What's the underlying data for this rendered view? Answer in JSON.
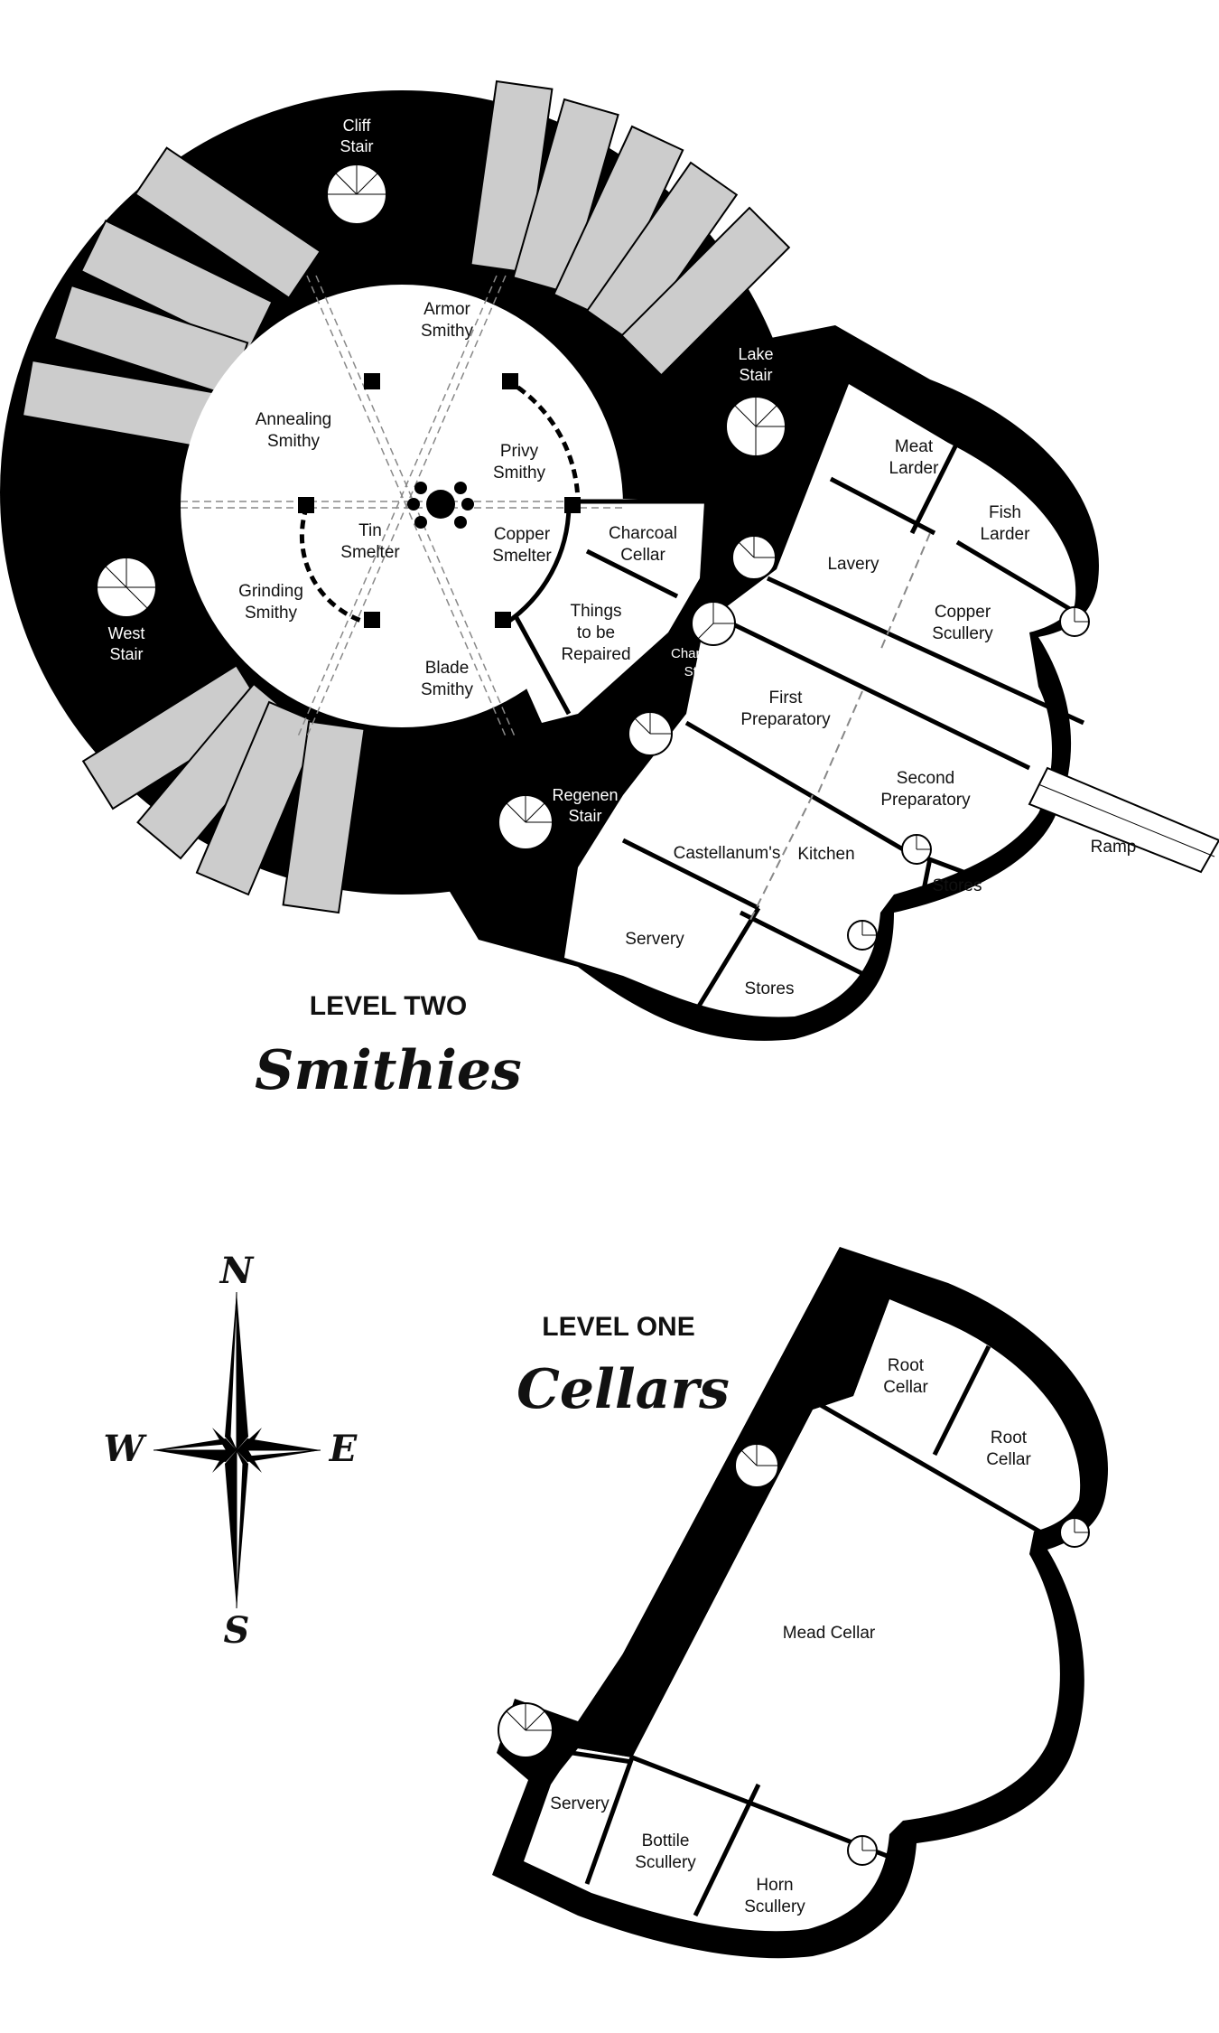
{
  "level_two": {
    "heading": "LEVEL TWO",
    "name": "Smithies",
    "rooms": {
      "armor_smithy": [
        "Armor",
        "Smithy"
      ],
      "annealing_smithy": [
        "Annealing",
        "Smithy"
      ],
      "privy_smithy": [
        "Privy",
        "Smithy"
      ],
      "tin_smelter": [
        "Tin",
        "Smelter"
      ],
      "copper_smelter": [
        "Copper",
        "Smelter"
      ],
      "grinding_smithy": [
        "Grinding",
        "Smithy"
      ],
      "blade_smithy": [
        "Blade",
        "Smithy"
      ],
      "charcoal_cellar": [
        "Charcoal",
        "Cellar"
      ],
      "things_repaired": [
        "Things",
        "to be",
        "Repaired"
      ],
      "meat_larder": [
        "Meat",
        "Larder"
      ],
      "fish_larder": [
        "Fish",
        "Larder"
      ],
      "lavery": [
        "Lavery"
      ],
      "copper_scullery": [
        "Copper",
        "Scullery"
      ],
      "first_preparatory": [
        "First",
        "Preparatory"
      ],
      "second_preparatory": [
        "Second",
        "Preparatory"
      ],
      "castellanums": [
        "Castellanum's"
      ],
      "kitchen": [
        "Kitchen"
      ],
      "stores_small": [
        "Stores"
      ],
      "servery": [
        "Servery"
      ],
      "stores": [
        "Stores"
      ],
      "ramp": [
        "Ramp"
      ]
    },
    "stairs": {
      "cliff": [
        "Cliff",
        "Stair"
      ],
      "lake": [
        "Lake",
        "Stair"
      ],
      "west": [
        "West",
        "Stair"
      ],
      "charcoal": [
        "Charcoal",
        "Stair"
      ],
      "regenen": [
        "Regenen",
        "Stair"
      ]
    }
  },
  "level_one": {
    "heading": "LEVEL ONE",
    "name": "Cellars",
    "rooms": {
      "root_cellar_1": [
        "Root",
        "Cellar"
      ],
      "root_cellar_2": [
        "Root",
        "Cellar"
      ],
      "mead_cellar": [
        "Mead Cellar"
      ],
      "servery": [
        "Servery"
      ],
      "bottile_scullery": [
        "Bottile",
        "Scullery"
      ],
      "horn_scullery": [
        "Horn",
        "Scullery"
      ]
    }
  },
  "compass": {
    "n": "N",
    "s": "S",
    "e": "E",
    "w": "W"
  }
}
